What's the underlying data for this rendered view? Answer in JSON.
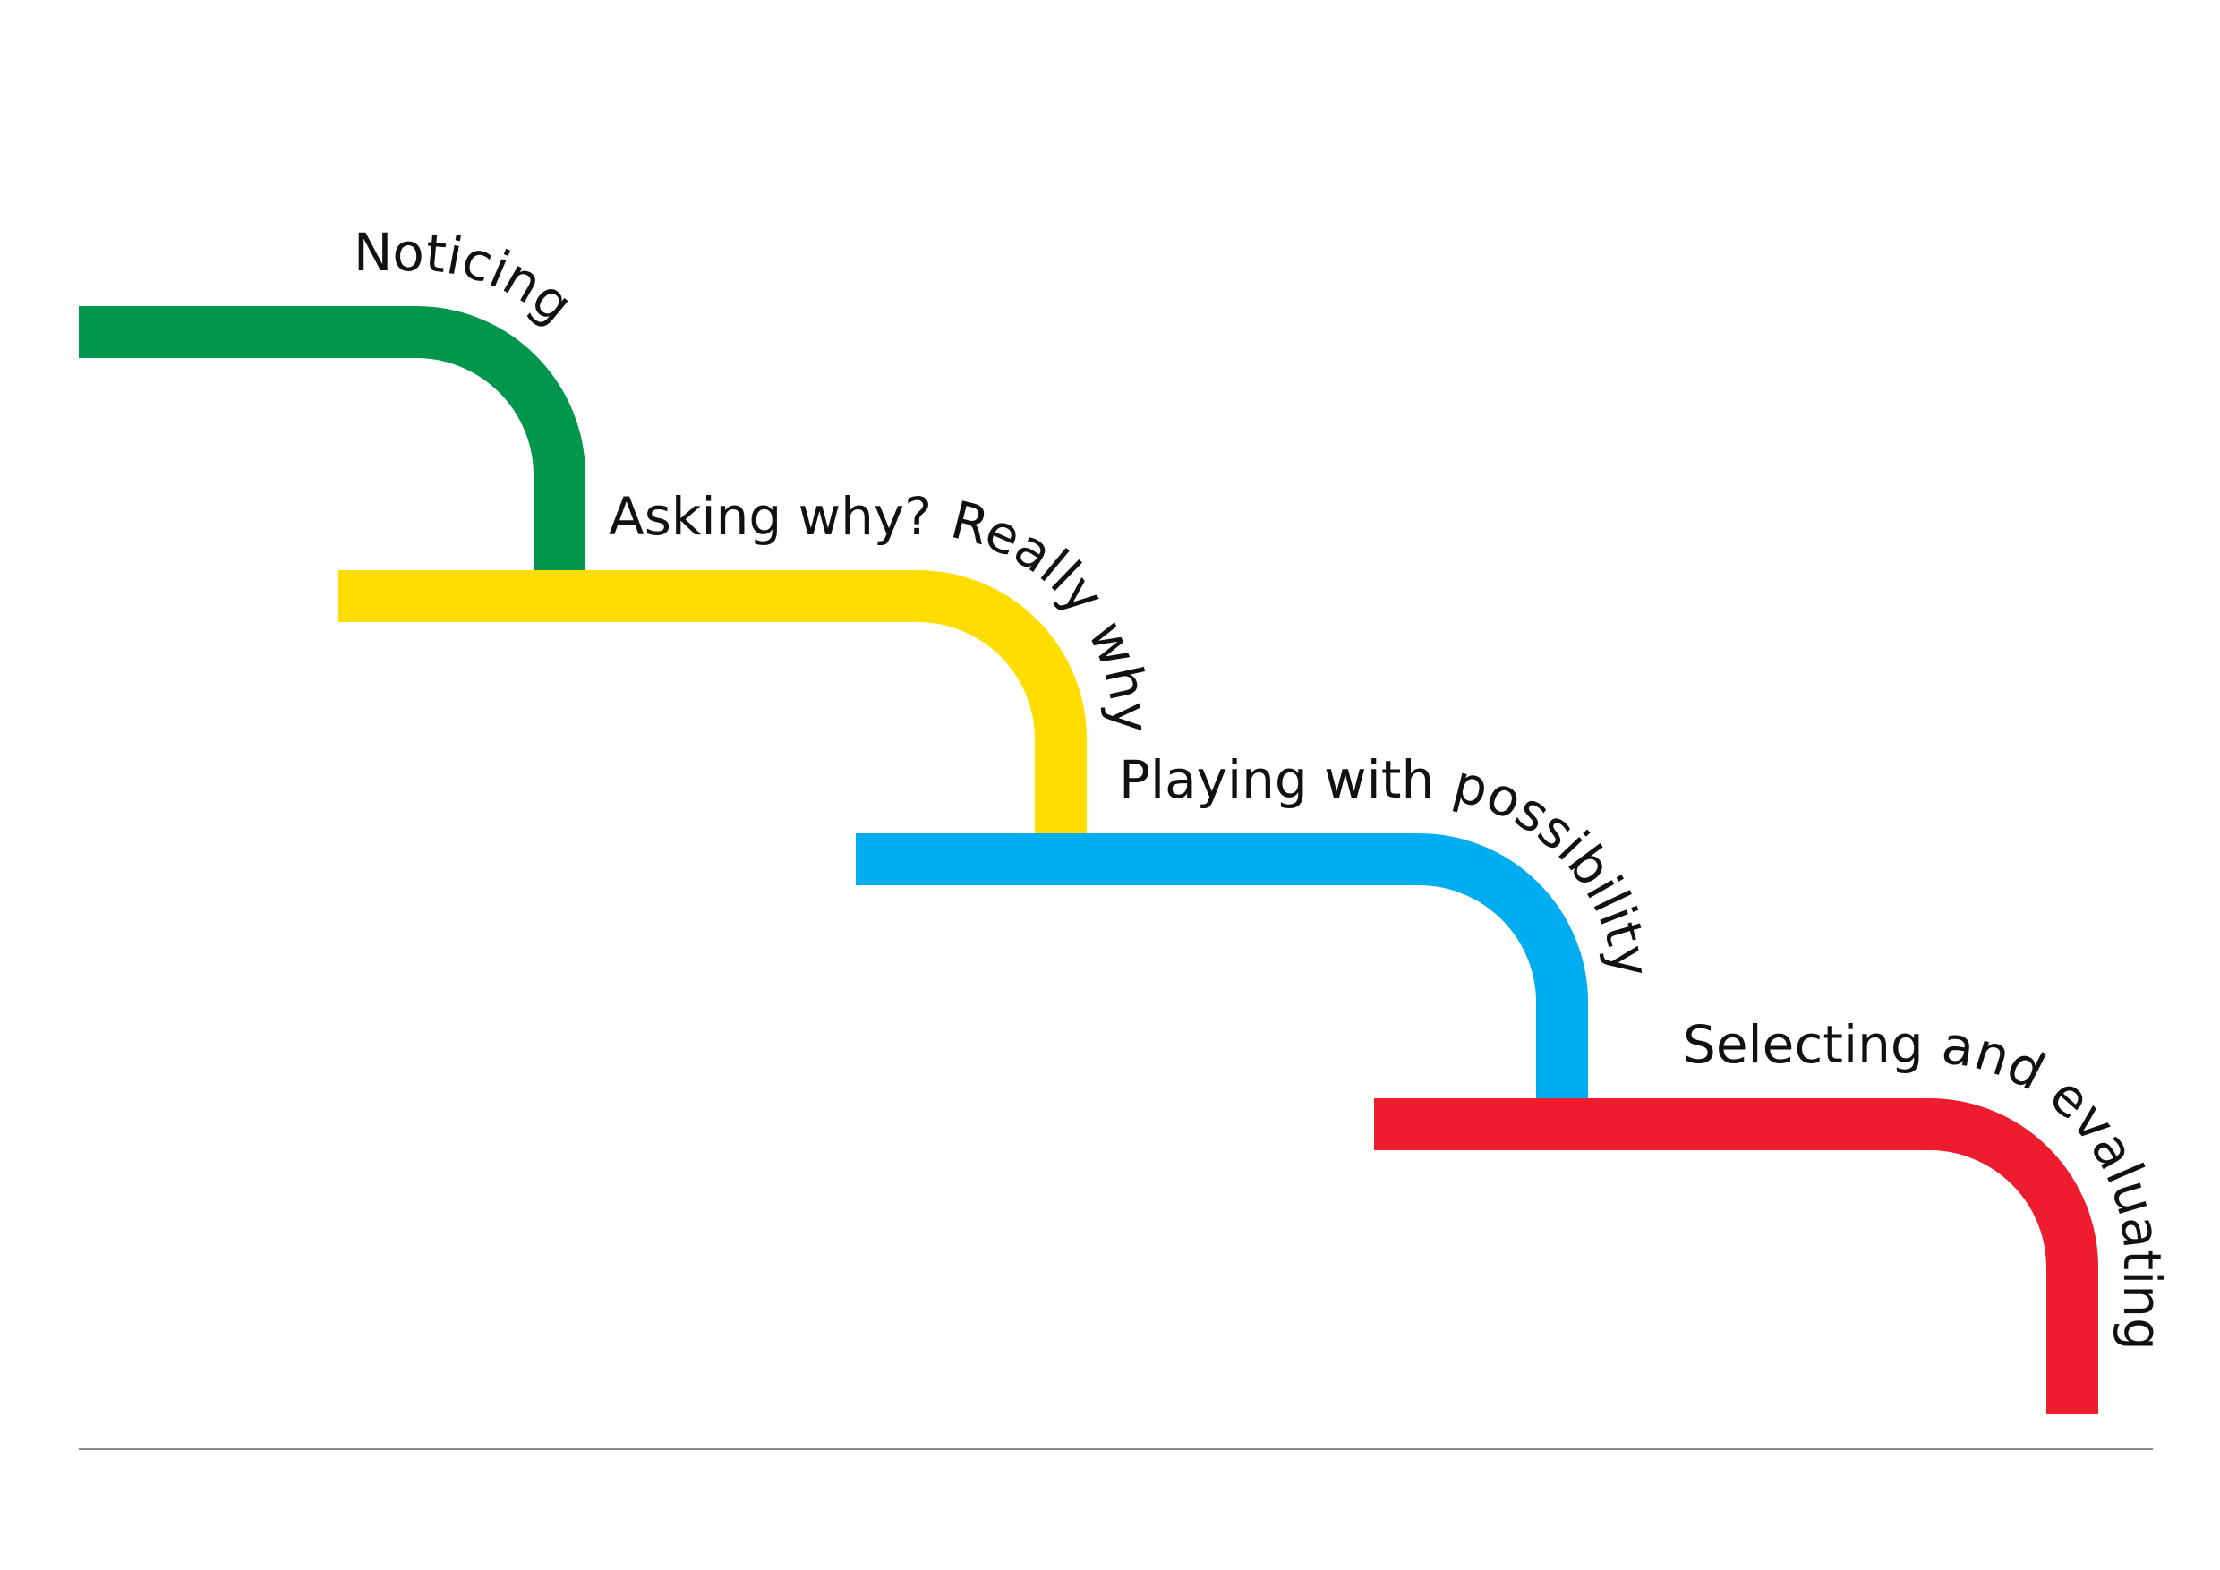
{
  "steps": [
    {
      "label": "Noticing",
      "color": "#00964B"
    },
    {
      "label": "Asking why? Really why?",
      "color": "#FFDD00"
    },
    {
      "label": "Playing with possibility",
      "color": "#00AEEF"
    },
    {
      "label": "Selecting and evaluating",
      "color": "#ED1C2E"
    }
  ],
  "baseline_color": "#8C8C8C"
}
